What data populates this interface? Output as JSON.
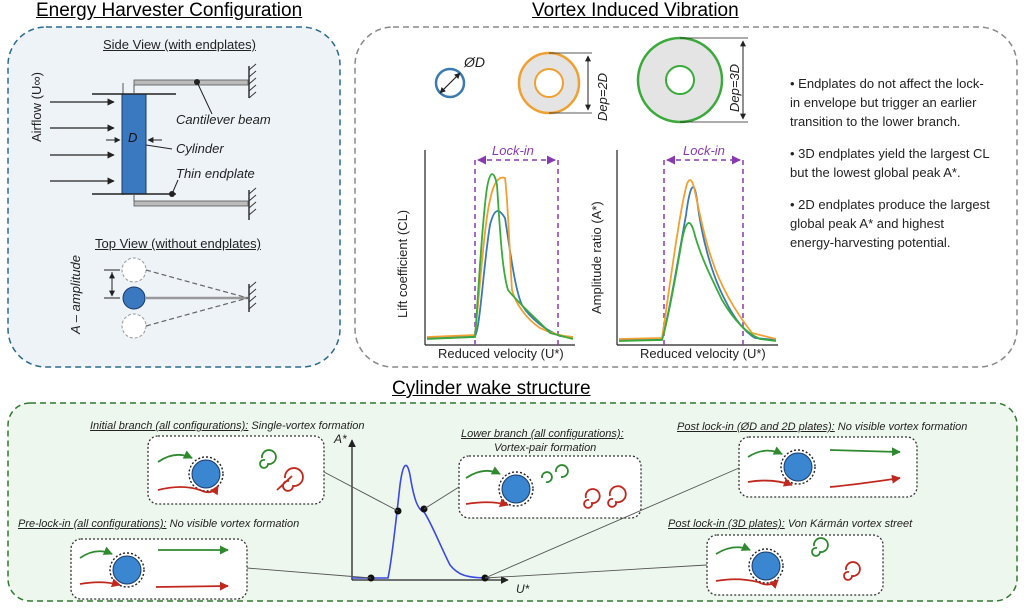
{
  "titles": {
    "energy": "Energy Harvester Configuration",
    "viv": "Vortex Induced Vibration",
    "wake": "Cylinder wake structure"
  },
  "energy": {
    "side_view": "Side View (with endplates)",
    "top_view": "Top View (without endplates)",
    "airflow": "Airflow (U∞)",
    "diameter": "D",
    "cantilever": "Cantilever beam",
    "cylinder": "Cylinder",
    "endplate": "Thin endplate",
    "amplitude": "A – amplitude"
  },
  "viv": {
    "dia_label": "ØD",
    "dep2": "Dep=2D",
    "dep3": "Dep=3D",
    "lockin_left": "Lock-in",
    "lockin_right": "Lock-in",
    "ylabel_left": "Lift coefficient (CL)",
    "ylabel_right": "Amplitude ratio (A*)",
    "xlabel_left": "Reduced velocity (U*)",
    "xlabel_right": "Reduced velocity (U*)",
    "bullets": [
      "• Endplates do not affect the lock-in envelope but trigger an earlier transition to the lower branch.",
      "• 3D endplates yield the largest CL but the lowest global peak A*.",
      "• 2D endplates produce the largest global peak A* and highest energy-harvesting potential."
    ],
    "colors": {
      "od": "#3a7ab0",
      "d2": "#f0a030",
      "d3": "#3aaa3a",
      "lockin": "#8a3ab0"
    }
  },
  "wake": {
    "initial_head": "Initial branch (all configurations):",
    "initial_tail": " Single-vortex formation",
    "lower_head": "Lower branch (all configurations):",
    "lower_tail": "Vortex-pair formation",
    "post_od_head": "Post lock-in (ØD and 2D plates):",
    "post_od_tail": " No visible vortex formation",
    "pre_head": "Pre-lock-in (all configurations):",
    "pre_tail": " No visible vortex formation",
    "post_3d_head": "Post lock-in (3D plates):",
    "post_3d_tail": " Von Kármán vortex street",
    "y_axis": "A*",
    "x_axis": "U*"
  }
}
